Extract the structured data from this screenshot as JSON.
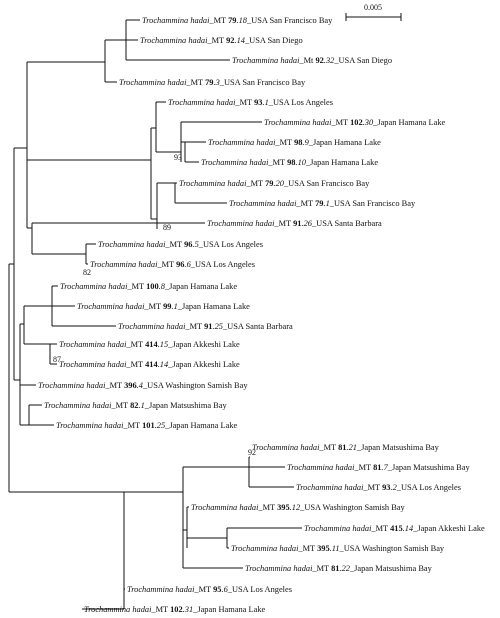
{
  "scale": {
    "label": "0.005"
  },
  "leaves": [
    {
      "genus": "Trochammina hadai",
      "code": "_MT ",
      "num": "79",
      "iso": ".18",
      "place": "_USA San Francisco Bay"
    },
    {
      "genus": "Trochammina hadai",
      "code": "_MT ",
      "num": "92",
      "iso": ".14",
      "place": "_USA San Diego"
    },
    {
      "genus": "Trochammina hadai",
      "code": "_Mt ",
      "num": "92",
      "iso": ".32",
      "place": "_USA San Diego"
    },
    {
      "genus": "Trochammina hadai",
      "code": "_MT ",
      "num": "79",
      "iso": ".3",
      "place": "_USA San Francisco Bay"
    },
    {
      "genus": "Trochammina hadai",
      "code": "_MT ",
      "num": "93",
      "iso": ".1",
      "place": "_USA Los Angeles"
    },
    {
      "genus": "Trochammina hadai",
      "code": "_MT ",
      "num": "102",
      "iso": ".30",
      "place": "_Japan Hamana Lake"
    },
    {
      "genus": "Trochammina hadai",
      "code": "_MT ",
      "num": "98",
      "iso": ".9",
      "place": "_Japan Hamana Lake"
    },
    {
      "genus": "Trochammina hadai",
      "code": "_MT ",
      "num": "98",
      "iso": ".10",
      "place": "_Japan Hamana Lake"
    },
    {
      "genus": "Trochammina hadai",
      "code": "_MT ",
      "num": "79",
      "iso": ".20",
      "place": "_USA San Francisco Bay"
    },
    {
      "genus": "Trochammina hadai",
      "code": "_MT ",
      "num": "79",
      "iso": ".1",
      "place": "_USA San Francisco Bay"
    },
    {
      "genus": "Trochammina hadai",
      "code": "_MT ",
      "num": "91",
      "iso": ".26",
      "place": "_USA Santa Barbara"
    },
    {
      "genus": "Trochammina hadai",
      "code": "_MT ",
      "num": "96",
      "iso": ".5",
      "place": "_USA Los Angeles"
    },
    {
      "genus": "Trochammina hadai",
      "code": "_MT ",
      "num": "96",
      "iso": ".6",
      "place": "_USA Los Angeles"
    },
    {
      "genus": "Trochammina hadai",
      "code": "_MT ",
      "num": "100",
      "iso": ".8",
      "place": "_Japan Hamana Lake"
    },
    {
      "genus": "Trochammina hadai",
      "code": "_MT ",
      "num": "99",
      "iso": ".1",
      "place": "_Japan Hamana Lake"
    },
    {
      "genus": "Trochammina hadai",
      "code": "_MT ",
      "num": "91",
      "iso": ".25",
      "place": "_USA Santa Barbara"
    },
    {
      "genus": "Trochammina hadai",
      "code": "_MT ",
      "num": "414",
      "iso": ".15",
      "place": "_Japan Akkeshi Lake"
    },
    {
      "genus": "Trochammina hadai",
      "code": "_MT ",
      "num": "414",
      "iso": ".14",
      "place": "_Japan Akkeshi Lake"
    },
    {
      "genus": "Trochammina hadai",
      "code": "_MT ",
      "num": "396",
      "iso": ".4",
      "place": "_USA Washington Samish Bay"
    },
    {
      "genus": "Trochammina hadai",
      "code": "_MT ",
      "num": "82",
      "iso": ".1",
      "place": "_Japan Matsushima Bay"
    },
    {
      "genus": "Trochammina hadai",
      "code": "_MT ",
      "num": "101",
      "iso": ".25",
      "place": "_Japan Hamana Lake"
    },
    {
      "genus": "Trochammina hadai",
      "code": "_MT ",
      "num": "81",
      "iso": ".21",
      "place": "_Japan Matsushima Bay"
    },
    {
      "genus": "Trochammina hadai",
      "code": "_MT ",
      "num": "81",
      "iso": ".7",
      "place": "_Japan Matsushima Bay"
    },
    {
      "genus": "Trochammina hadai",
      "code": "_MT ",
      "num": "93",
      "iso": ".2",
      "place": "_USA Los Angeles"
    },
    {
      "genus": "Trochammina hadai",
      "code": "_MT ",
      "num": "395",
      "iso": ".12",
      "place": "_USA Washington Samish Bay"
    },
    {
      "genus": "Trochammina hadai",
      "code": "_MT ",
      "num": "415",
      "iso": ".14",
      "place": "_Japan Akkeshi Lake"
    },
    {
      "genus": "Trochammina hadai",
      "code": "_MT ",
      "num": "395",
      "iso": ".11",
      "place": "_USA Washington Samish Bay"
    },
    {
      "genus": "Trochammina hadai",
      "code": "_MT ",
      "num": "81",
      "iso": ".22",
      "place": "_Japan Matsushima Bay"
    },
    {
      "genus": "Trochammina hadai",
      "code": "_MT ",
      "num": "95",
      "iso": ".6",
      "place": "_USA Los Angeles"
    },
    {
      "genus": "Trochammina hadai",
      "code": "_MT ",
      "num": "102",
      "iso": ".31",
      "place": "_Japan Hamana Lake"
    }
  ],
  "bootstrap": [
    "93",
    "89",
    "82",
    "87",
    "92"
  ]
}
